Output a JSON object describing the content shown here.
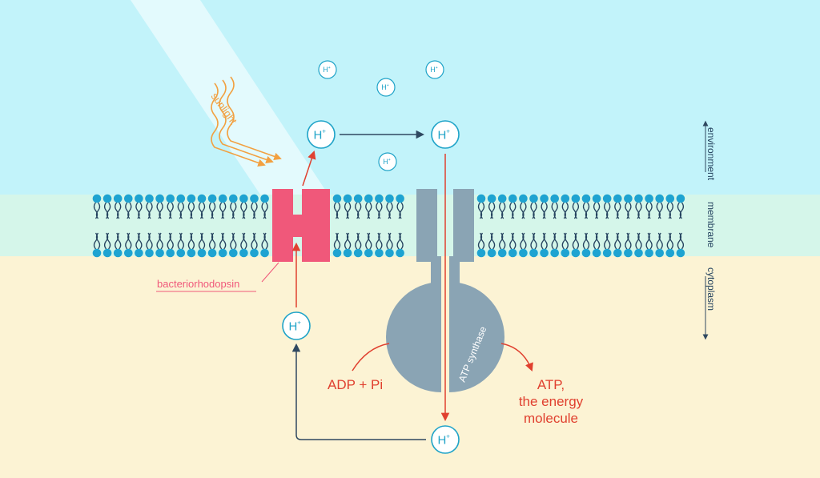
{
  "colors": {
    "environment_bg": "#c2f3fa",
    "membrane_bg": "#d5f6ea",
    "cytoplasm_bg": "#fcf3d4",
    "lipid_head": "#1ea3d1",
    "lipid_tail": "#25435f",
    "bacteriorhodopsin": "#f0587a",
    "atp_synthase": "#8aa4b4",
    "sunlight_wave": "#f2a040",
    "ion": "#1fa3c8",
    "arrow_red": "#e0402f",
    "arrow_dark": "#2f4860",
    "label_red": "#e0402f"
  },
  "labels": {
    "sunlight": "sunlight",
    "bacteriorhodopsin": "bacteriorhodopsin",
    "atp_synthase": "ATP synthase",
    "adp_pi": "ADP + Pi",
    "atp_line1": "ATP,",
    "atp_line2": "the energy",
    "atp_line3": "molecule"
  },
  "regions": {
    "environment": "environment",
    "membrane": "membrane",
    "cytoplasm": "cytoplasm"
  },
  "ion": {
    "symbol": "H",
    "charge": "+"
  }
}
